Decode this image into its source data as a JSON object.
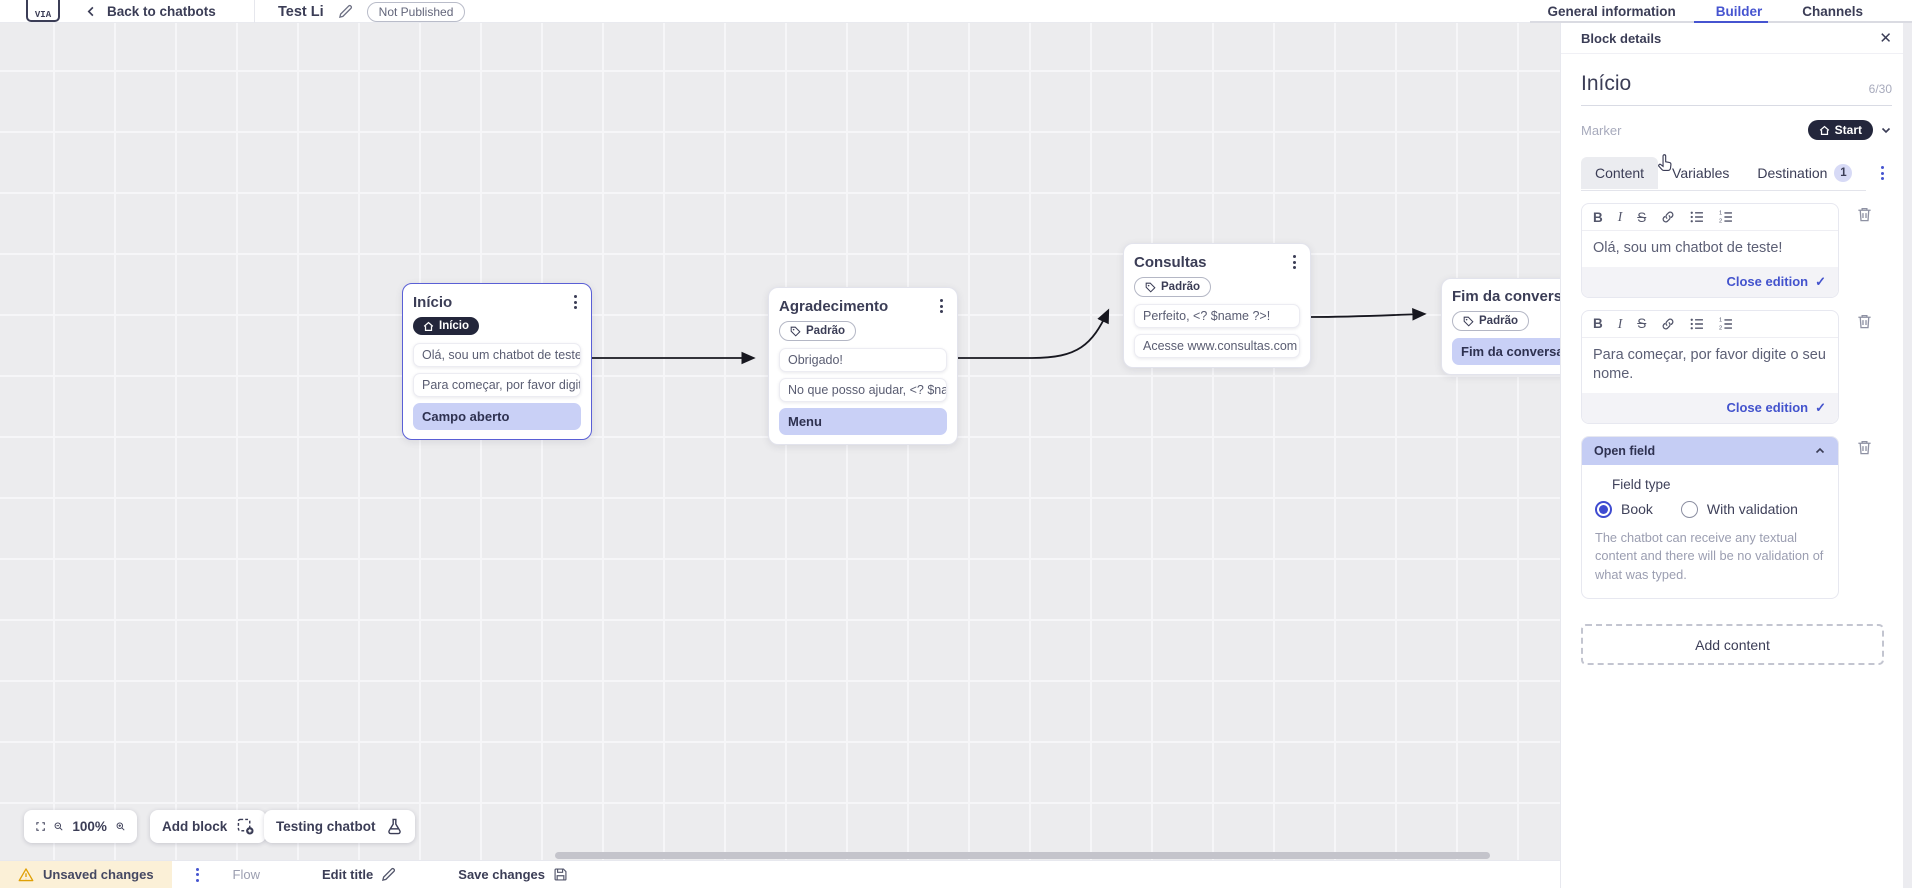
{
  "topbar": {
    "back_label": "Back to chatbots",
    "title": "Test Li",
    "status_badge": "Not Published",
    "tabs": [
      {
        "label": "General information"
      },
      {
        "label": "Builder"
      },
      {
        "label": "Channels"
      }
    ],
    "active_tab": "Builder"
  },
  "panel": {
    "header": "Block details",
    "name_value": "Início",
    "name_counter": "6/30",
    "marker_label": "Marker",
    "marker_value": "Start",
    "tabs": {
      "content": "Content",
      "variables": "Variables",
      "destination": "Destination",
      "destination_badge": "1"
    },
    "editors": [
      {
        "text": "Olá, sou um chatbot de teste!",
        "close_label": "Close edition"
      },
      {
        "text": "Para começar, por favor digite o seu nome.",
        "close_label": "Close edition"
      }
    ],
    "open_field": {
      "title": "Open field",
      "field_type_label": "Field type",
      "option_book": "Book",
      "option_validation": "With validation",
      "selected_option": "Book",
      "description": "The chatbot can receive any textual content and there will be no validation of what was typed."
    },
    "add_content_label": "Add content"
  },
  "canvas": {
    "blocks": [
      {
        "title": "Início",
        "marker": "Início",
        "selected": true,
        "cards": [
          {
            "text": "Olá, sou um chatbot de teste!"
          },
          {
            "text": "Para começar, por favor digite o ..."
          },
          {
            "text": "Campo aberto",
            "type": "action"
          }
        ]
      },
      {
        "title": "Agradecimento",
        "marker": "Padrão",
        "cards": [
          {
            "text": "Obrigado!"
          },
          {
            "text": "No que posso ajudar, <? $name ..."
          },
          {
            "text": "Menu",
            "type": "action"
          }
        ]
      },
      {
        "title": "Consultas",
        "marker": "Padrão",
        "cards": [
          {
            "text": "Perfeito, <? $name ?>!"
          },
          {
            "text": "Acesse www.consultas.com par..."
          }
        ]
      },
      {
        "title": "Fim da conversa",
        "marker": "Padrão",
        "cards": [
          {
            "text": "Fim da conversa",
            "type": "action"
          }
        ]
      }
    ]
  },
  "controls": {
    "zoom_level": "100%",
    "add_block_label": "Add block",
    "testing_label": "Testing chatbot"
  },
  "statusbar": {
    "unsaved_label": "Unsaved changes",
    "flow_label": "Flow",
    "edit_title_label": "Edit title",
    "save_label": "Save changes"
  },
  "icons": {
    "close_glyph": "✕",
    "check_glyph": "✓"
  },
  "colors": {
    "accent_indigo": "#4654d0",
    "dark_pill": "#23263b",
    "lavender_action": "#c9d0f6",
    "selection_border": "#5a5fd6",
    "warning_amber": "#dfa006",
    "canvas_bg": "#ececee"
  }
}
